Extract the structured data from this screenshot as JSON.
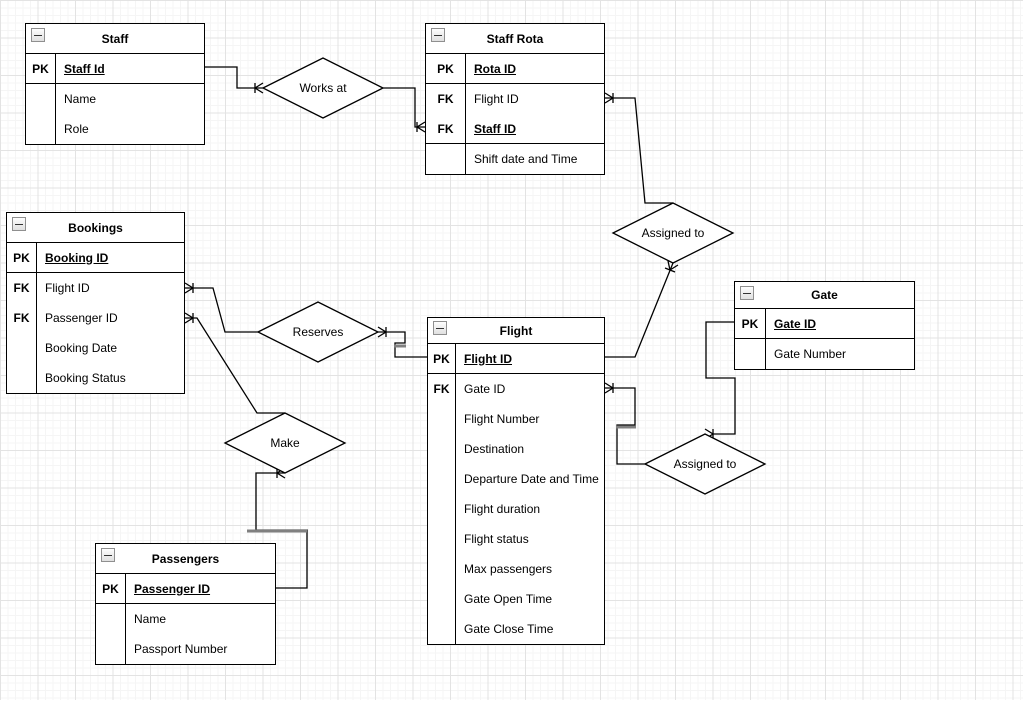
{
  "canvas": {
    "background": "#ffffff",
    "grid_minor_color": "#f5f5f5",
    "grid_major_color": "#e3e3e3",
    "line_color": "#000000",
    "overlap_shadow_color": "#808080"
  },
  "tables": [
    {
      "title": "Staff",
      "rows": [
        {
          "key": "PK",
          "name": "Staff Id"
        },
        {
          "key": "",
          "name": "Name"
        },
        {
          "key": "",
          "name": "Role"
        }
      ]
    },
    {
      "title": "Staff Rota",
      "rows": [
        {
          "key": "PK",
          "name": "Rota ID"
        },
        {
          "key": "FK",
          "name": "Flight ID"
        },
        {
          "key": "FK",
          "name": "Staff ID"
        },
        {
          "key": "",
          "name": "Shift date and Time"
        }
      ]
    },
    {
      "title": "Bookings",
      "rows": [
        {
          "key": "PK",
          "name": "Booking ID"
        },
        {
          "key": "FK",
          "name": "Flight ID"
        },
        {
          "key": "FK",
          "name": "Passenger ID"
        },
        {
          "key": "",
          "name": "Booking Date"
        },
        {
          "key": "",
          "name": "Booking Status"
        }
      ]
    },
    {
      "title": "Flight",
      "rows": [
        {
          "key": "PK",
          "name": "Flight ID"
        },
        {
          "key": "FK",
          "name": "Gate ID"
        },
        {
          "key": "",
          "name": "Flight Number"
        },
        {
          "key": "",
          "name": "Destination"
        },
        {
          "key": "",
          "name": "Departure Date and Time"
        },
        {
          "key": "",
          "name": "Flight duration"
        },
        {
          "key": "",
          "name": "Flight status"
        },
        {
          "key": "",
          "name": "Max passengers"
        },
        {
          "key": "",
          "name": "Gate Open Time"
        },
        {
          "key": "",
          "name": "Gate Close Time"
        }
      ]
    },
    {
      "title": "Gate",
      "rows": [
        {
          "key": "PK",
          "name": "Gate ID"
        },
        {
          "key": "",
          "name": "Gate Number"
        }
      ]
    },
    {
      "title": "Passengers",
      "rows": [
        {
          "key": "PK",
          "name": "Passenger ID"
        },
        {
          "key": "",
          "name": "Name"
        },
        {
          "key": "",
          "name": "Passport Number"
        }
      ]
    }
  ],
  "relationships": [
    {
      "label": "Works at"
    },
    {
      "label": "Assigned to"
    },
    {
      "label": "Reserves"
    },
    {
      "label": "Make"
    },
    {
      "label": "Assigned to"
    }
  ]
}
